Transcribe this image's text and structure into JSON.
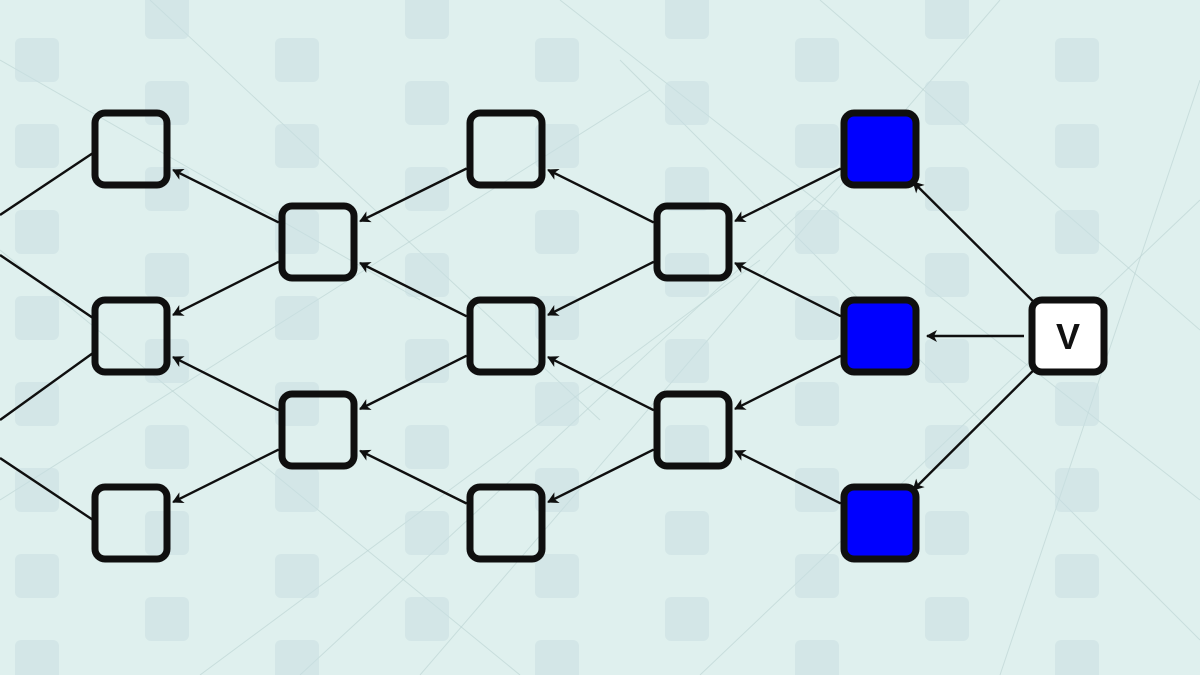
{
  "diagram": {
    "colors": {
      "background": "#dff0ee",
      "stroke": "#0f0f0f",
      "filled_node": "#0000ff",
      "tile": "#c9dfe1"
    },
    "nodes": [
      {
        "id": "c1-top",
        "state": "empty"
      },
      {
        "id": "c1-mid",
        "state": "empty"
      },
      {
        "id": "c1-bot",
        "state": "empty"
      },
      {
        "id": "c2-top",
        "state": "empty"
      },
      {
        "id": "c2-bot",
        "state": "empty"
      },
      {
        "id": "c3-top",
        "state": "empty"
      },
      {
        "id": "c3-mid",
        "state": "empty"
      },
      {
        "id": "c3-bot",
        "state": "empty"
      },
      {
        "id": "c4-top",
        "state": "empty"
      },
      {
        "id": "c4-bot",
        "state": "empty"
      },
      {
        "id": "c5-top",
        "state": "filled"
      },
      {
        "id": "c5-mid",
        "state": "filled"
      },
      {
        "id": "c5-bot",
        "state": "filled"
      },
      {
        "id": "v",
        "state": "source",
        "label": "V"
      }
    ],
    "edges": [
      {
        "from": "v",
        "to": "c5-top"
      },
      {
        "from": "v",
        "to": "c5-mid"
      },
      {
        "from": "v",
        "to": "c5-bot"
      },
      {
        "from": "c5-top",
        "to": "c4-top"
      },
      {
        "from": "c5-mid",
        "to": "c4-top"
      },
      {
        "from": "c5-mid",
        "to": "c4-bot"
      },
      {
        "from": "c5-bot",
        "to": "c4-bot"
      },
      {
        "from": "c4-top",
        "to": "c3-top"
      },
      {
        "from": "c4-top",
        "to": "c3-mid"
      },
      {
        "from": "c4-bot",
        "to": "c3-mid"
      },
      {
        "from": "c4-bot",
        "to": "c3-bot"
      },
      {
        "from": "c3-top",
        "to": "c2-top"
      },
      {
        "from": "c3-mid",
        "to": "c2-top"
      },
      {
        "from": "c3-mid",
        "to": "c2-bot"
      },
      {
        "from": "c3-bot",
        "to": "c2-bot"
      },
      {
        "from": "c2-top",
        "to": "c1-top"
      },
      {
        "from": "c2-top",
        "to": "c1-mid"
      },
      {
        "from": "c2-bot",
        "to": "c1-mid"
      },
      {
        "from": "c2-bot",
        "to": "c1-bot"
      }
    ]
  }
}
